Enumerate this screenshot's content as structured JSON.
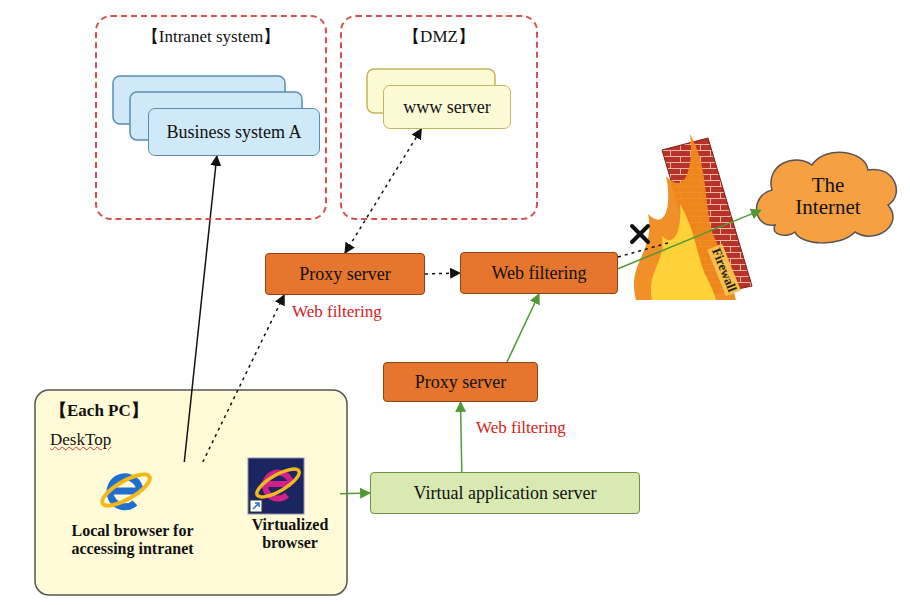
{
  "diagram": {
    "nodes": [
      {
        "text": [
          "【Intranet system】"
        ]
      },
      {
        "text": [
          "Business system A"
        ],
        "in": 0
      },
      {
        "text": [
          "【DMZ】"
        ]
      },
      {
        "text": [
          "www server"
        ],
        "in": 2
      },
      {
        "text": [
          "Proxy server"
        ]
      },
      {
        "text": [
          "Web filtering"
        ]
      },
      {
        "text": [
          "The Internet"
        ]
      },
      {
        "text": [
          "【Each PC】",
          "DeskTop"
        ]
      },
      {
        "text": [
          "Local browser for accessing intranet"
        ],
        "in": 7
      },
      {
        "text": [
          "Virtualized browser"
        ],
        "in": 7
      },
      {
        "text": [
          "Proxy server"
        ]
      },
      {
        "text": [
          "Virtual application server"
        ]
      }
    ],
    "edges": [
      {
        "from": 8,
        "to": 1,
        "arrow": "to"
      },
      {
        "from": 8,
        "to": 4,
        "arrow": "to"
      },
      {
        "from": 4,
        "to": 3,
        "arrow": "both"
      },
      {
        "from": 4,
        "to": 5,
        "arrow": "to"
      },
      {
        "from": 5,
        "to": 6,
        "arrow": "to"
      },
      {
        "from": 9,
        "to": 11,
        "arrow": "to"
      },
      {
        "from": 11,
        "to": 10,
        "arrow": "to"
      },
      {
        "from": 10,
        "to": 5,
        "arrow": "to"
      }
    ],
    "labels": [
      "Web filtering",
      "Web filtering",
      "Firewall"
    ]
  }
}
